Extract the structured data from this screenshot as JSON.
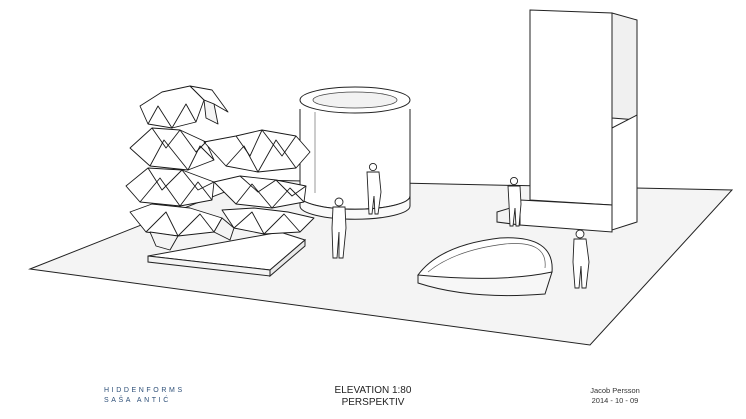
{
  "footer": {
    "brand_line1": "HIDDENFORMS",
    "brand_line2": "SAŠA ANTIĆ",
    "title_line1": "ELEVATION 1:80",
    "title_line2": "PERSPEKTIV",
    "author": "Jacob Persson",
    "date": "2014 - 10 - 09"
  }
}
